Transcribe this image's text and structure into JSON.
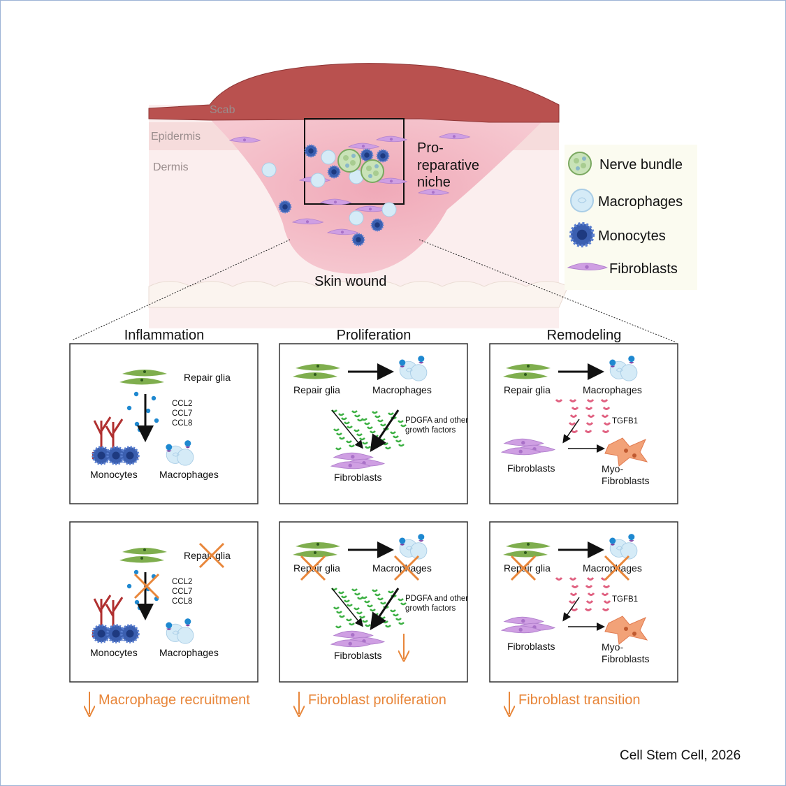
{
  "overview": {
    "scab_label": "Scab",
    "epidermis_label": "Epidermis",
    "dermis_label": "Dermis",
    "niche_label": [
      "Pro-",
      "reparative",
      "niche"
    ],
    "wound_label": "Skin wound"
  },
  "legend": {
    "items": [
      {
        "label": "Nerve bundle",
        "icon": "nerve-bundle-icon"
      },
      {
        "label": "Macrophages",
        "icon": "macrophage-icon"
      },
      {
        "label": "Monocytes",
        "icon": "monocyte-icon"
      },
      {
        "label": "Fibroblasts",
        "icon": "fibroblast-icon"
      }
    ]
  },
  "phases": [
    {
      "title": "Inflammation",
      "labels": {
        "glia": "Repair glia",
        "chemokines": [
          "CCL2",
          "CCL7",
          "CCL8"
        ],
        "monocytes": "Monocytes",
        "macrophages": "Macrophages"
      },
      "outcome": "Macrophage recruitment"
    },
    {
      "title": "Proliferation",
      "labels": {
        "glia": "Repair glia",
        "macrophages": "Macrophages",
        "factors": [
          "PDGFA and other",
          "growth factors"
        ],
        "fibroblasts": "Fibroblasts"
      },
      "outcome": "Fibroblast proliferation"
    },
    {
      "title": "Remodeling",
      "labels": {
        "glia": "Repair glia",
        "macrophages": "Macrophages",
        "factor": "TGFB1",
        "fibroblasts": "Fibroblasts",
        "myofibroblasts": [
          "Myo-",
          "Fibroblasts"
        ]
      },
      "outcome": "Fibroblast transition"
    }
  ],
  "citation": "Cell Stem Cell, 2026",
  "colors": {
    "accent_orange": "#e8863a",
    "glia_green": "#7fae4e",
    "fibroblast_purple": "#c99be0",
    "macrophage_blue": "#cfe6f5",
    "monocyte_blue": "#3b5fb0",
    "scab_red": "#b9514f",
    "wound_pink": "#f3b6c2"
  }
}
